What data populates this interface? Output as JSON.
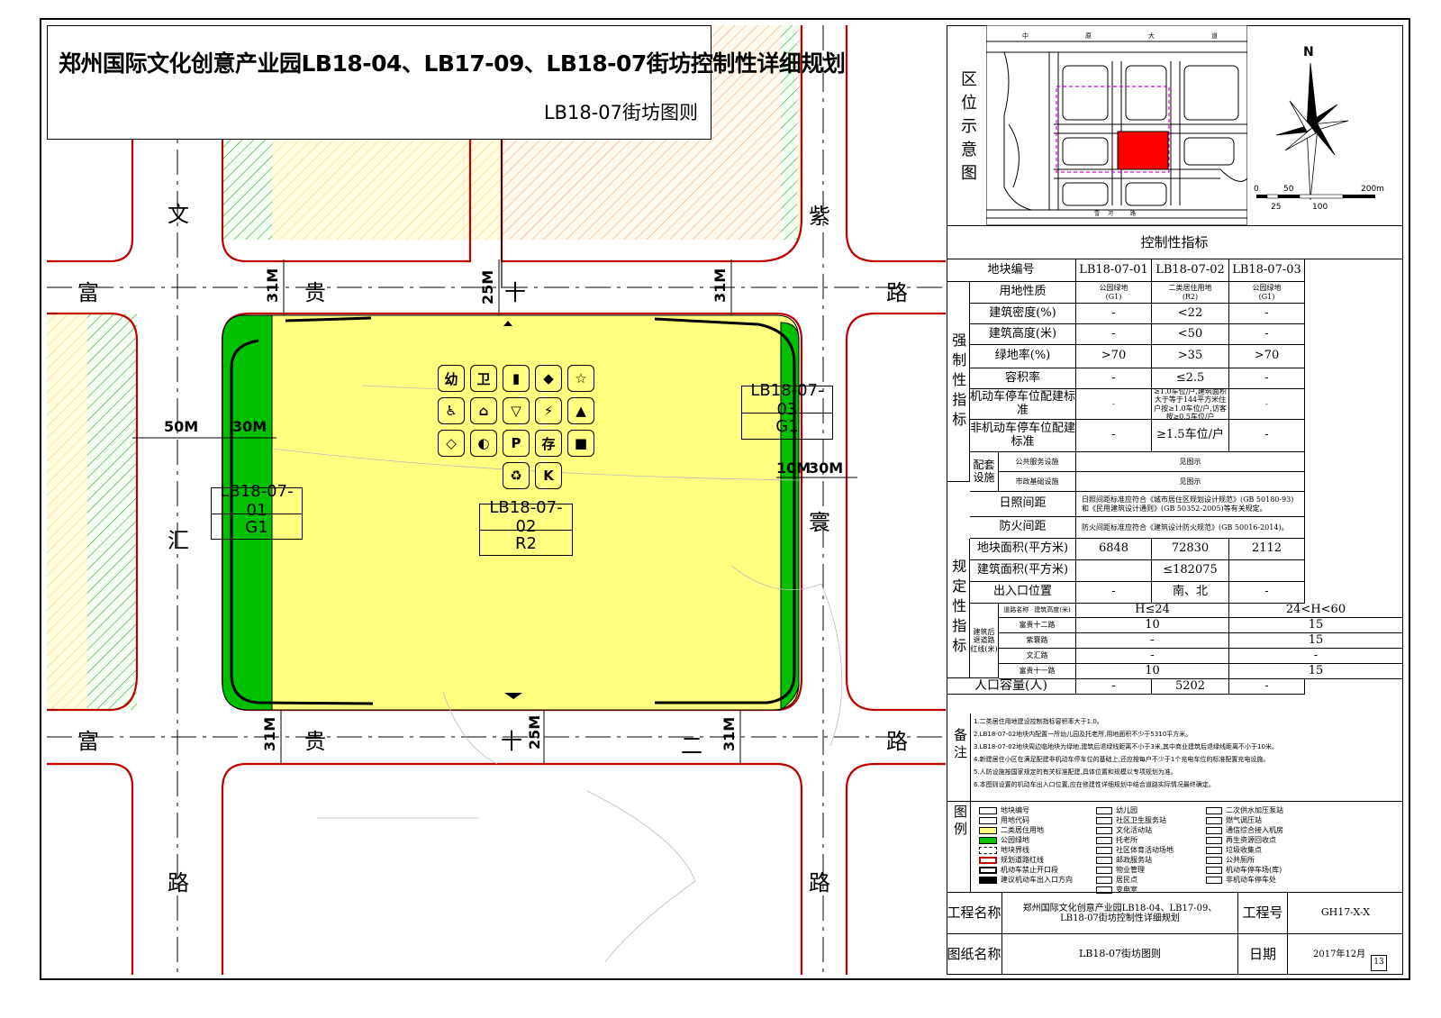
{
  "title": {
    "main": "郑州国际文化创意产业园LB18-04、LB17-09、LB18-07街坊控制性详细规划",
    "sub": "LB18-07街坊图则"
  },
  "roads": {
    "wen": "文",
    "hui": "汇",
    "lu_left": "路",
    "zi": "紫",
    "huan": "寰",
    "lu_right": "路",
    "lu_right2": "路",
    "fu_top": "富",
    "gui_top": "贵",
    "shi_top": "十",
    "lu_top": "路",
    "fu_bot": "富",
    "gui_bot": "贵",
    "shi_bot": "十",
    "er_bot": "二",
    "lu_bot": "路"
  },
  "dimensions": {
    "top_31a": "31M",
    "top_25": "25M",
    "top_31b": "31M",
    "bot_31a": "31M",
    "bot_25": "25M",
    "bot_31b": "31M",
    "left_50": "50M",
    "left_30": "30M",
    "right_10": "10M",
    "right_30": "30M"
  },
  "plots": [
    {
      "code": "LB18-07-01",
      "type": "G1"
    },
    {
      "code": "LB18-07-02",
      "type": "R2"
    },
    {
      "code": "LB18-07-03",
      "type": "G1"
    }
  ],
  "facility_icons": [
    {
      "name": "kindergarten-icon",
      "glyph": "幼"
    },
    {
      "name": "health-station-icon",
      "glyph": "卫"
    },
    {
      "name": "culture-room-icon",
      "glyph": "▮"
    },
    {
      "name": "sports-venue-icon",
      "glyph": "◆"
    },
    {
      "name": "community-service-icon",
      "glyph": "☆"
    },
    {
      "name": "elderly-care-icon",
      "glyph": "♿"
    },
    {
      "name": "home-icon",
      "glyph": "⌂"
    },
    {
      "name": "shop-icon",
      "glyph": "▽"
    },
    {
      "name": "power-icon",
      "glyph": "⚡"
    },
    {
      "name": "bell-icon",
      "glyph": "▲"
    },
    {
      "name": "valve-icon",
      "glyph": "◇"
    },
    {
      "name": "gas-icon",
      "glyph": "◐"
    },
    {
      "name": "parking-icon",
      "glyph": "P"
    },
    {
      "name": "storage-icon",
      "glyph": "存"
    },
    {
      "name": "trash-icon",
      "glyph": "■"
    },
    {
      "name": "recycle-icon",
      "glyph": "♻"
    },
    {
      "name": "k-station-icon",
      "glyph": "K"
    }
  ],
  "location_map": {
    "label": "区位示意图",
    "road_labels": [
      "中",
      "原",
      "大",
      "道"
    ],
    "bottom_road": [
      "雪",
      "河",
      "路"
    ]
  },
  "compass": {
    "north": "N",
    "scale_labels": [
      "0",
      "50",
      "200m",
      "25",
      "100"
    ]
  },
  "indicators": {
    "header": "控制性指标",
    "plot_no_label": "地块编号",
    "plot_nos": [
      "LB18-07-01",
      "LB18-07-02",
      "LB18-07-03"
    ],
    "mandatory_group": "强制性指标",
    "regulative_group": "规定性指标",
    "rows": [
      {
        "label": "用地性质",
        "values": [
          "公园绿地\n(G1)",
          "二类居住用地\n(R2)",
          "公园绿地\n(G1)"
        ]
      },
      {
        "label": "建筑密度(%)",
        "values": [
          "-",
          "<22",
          "-"
        ]
      },
      {
        "label": "建筑高度(米)",
        "values": [
          "-",
          "<50",
          "-"
        ]
      },
      {
        "label": "绿地率(%)",
        "values": [
          ">70",
          ">35",
          ">70"
        ]
      },
      {
        "label": "容积率",
        "values": [
          "-",
          "≤2.5",
          "-"
        ]
      },
      {
        "label": "机动车停车位配建标准",
        "values": [
          "-",
          "≥1.0车位/户,建筑面积大于等于144平方米住户按≥1.0车位/户,访客按≥0.5车位/户",
          "-"
        ]
      },
      {
        "label": "非机动车停车位配建标准",
        "values": [
          "-",
          "≥1.5车位/户",
          "-"
        ]
      }
    ],
    "facilities_label": "配套设施",
    "facilities": [
      {
        "label": "公共服务设施",
        "value": "见图示"
      },
      {
        "label": "市政基础设施",
        "value": "见图示"
      }
    ],
    "sunlight_label": "日照间距",
    "sunlight_value": "日照间距标准应符合《城市居住区规划设计规范》(GB 50180-93)和《民用建筑设计通则》(GB 50352-2005)等有关规定。",
    "fire_label": "防火间距",
    "fire_value": "防火间距标准应符合《建筑设计防火规范》(GB 50016-2014)。",
    "area_label": "地块面积(平方米)",
    "area_values": [
      "6848",
      "72830",
      "2112"
    ],
    "floor_area_label": "建筑面积(平方米)",
    "floor_area_value": "≤182075",
    "entrance_label": "出入口位置",
    "entrance_values": [
      "-",
      "南、北",
      "-"
    ],
    "setback_group_label": "建筑后退道路红线(米)",
    "setback_header_road": "道路名称",
    "setback_header_height": "建筑高度(米)",
    "setback_cols": [
      "H≤24",
      "24<H<60"
    ],
    "setback_rows": [
      {
        "road": "富贵十二路",
        "v1": "10",
        "v2": "15"
      },
      {
        "road": "紫寰路",
        "v1": "-",
        "v2": "15"
      },
      {
        "road": "文汇路",
        "v1": "-",
        "v2": "-"
      },
      {
        "road": "富贵十一路",
        "v1": "10",
        "v2": "15"
      }
    ],
    "population_label": "人口容量(人)",
    "population_values": [
      "-",
      "5202",
      "-"
    ]
  },
  "notes": {
    "label": "备注",
    "lines": [
      "1.二类居住用地建设控制指标容积率大于1.0。",
      "2.LB18-07-02地块内配置一所幼儿园及托老所,用地面积不少于5310平方米。",
      "3.LB18-07-02地块周边临地块为绿地,建筑后退绿线距离不小于3米,其中商业建筑后退绿线距离不小于10米。",
      "4.新建居住小区在满足配建非机动车停车位的基础上,还应按每户不少于1个充电车位的标准配置充电设施。",
      "5.人防设施按国家规定的有关标准配建,具体位置和规模以专项规划为准。",
      "6.本图则设置的机动车出入口位置,应在修建性详细规划中结合道路实际情况最终确定。"
    ]
  },
  "legend": {
    "label": "图例",
    "col1": [
      "地块编号",
      "用地代码",
      "二类居住用地",
      "公园绿地",
      "地块界线",
      "规划道路红线",
      "机动车禁止开口段",
      "建议机动车出入口方向"
    ],
    "col2": [
      "幼儿园",
      "社区卫生服务站",
      "文化活动站",
      "托老所",
      "社区体育活动场地",
      "邮政服务站",
      "物业管理",
      "居民点",
      "变电室"
    ],
    "col3": [
      "二次供水加压泵站",
      "燃气调压站",
      "通信综合接入机房",
      "再生资源回收点",
      "垃圾收集点",
      "公共厕所",
      "机动车停车场(库)",
      "非机动车停车处"
    ]
  },
  "footer": {
    "project_label": "工程名称",
    "project_value": "郑州国际文化创意产业园LB18-04、LB17-09、LB18-07街坊控制性详细规划",
    "project_no_label": "工程号",
    "project_no": "GH17-X-X",
    "drawing_label": "图纸名称",
    "drawing_value": "LB18-07街坊图则",
    "date_label": "日期",
    "date_value": "2017年12月",
    "page_no": "13"
  },
  "colors": {
    "residential": "#ffff80",
    "park_green": "#00c000",
    "road_red": "#c00000",
    "hatch_orange": "#f0a070",
    "hatch_green": "#40a040",
    "locator_red": "#ff0000"
  }
}
